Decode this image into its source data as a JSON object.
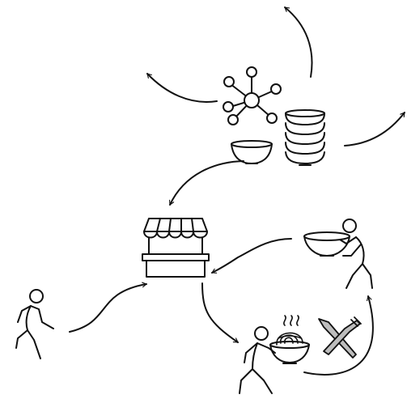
{
  "diagram": {
    "stroke_color": "#111111",
    "background_color": "#ffffff",
    "fork_fill": "#bdbdbd",
    "nodes": [
      {
        "id": "network-hub",
        "icon": "network-hub-icon"
      },
      {
        "id": "single-bowl",
        "icon": "bowl-icon"
      },
      {
        "id": "stacked-bowls",
        "icon": "stacked-bowls-icon"
      },
      {
        "id": "market-stall",
        "icon": "market-stall-icon"
      },
      {
        "id": "walking-person",
        "icon": "walking-person-icon"
      },
      {
        "id": "person-carrying-noodles",
        "icon": "person-serving-noodles-icon"
      },
      {
        "id": "fork-and-knife",
        "icon": "fork-knife-icon"
      },
      {
        "id": "person-returning-bowl",
        "icon": "person-carrying-bowl-icon"
      }
    ],
    "flows": [
      "bowls-to-top",
      "hub-to-upper-left",
      "bowls-to-right",
      "hub-to-stall",
      "person-to-stall",
      "stall-to-serving",
      "meal-to-return",
      "return-to-stall"
    ]
  }
}
